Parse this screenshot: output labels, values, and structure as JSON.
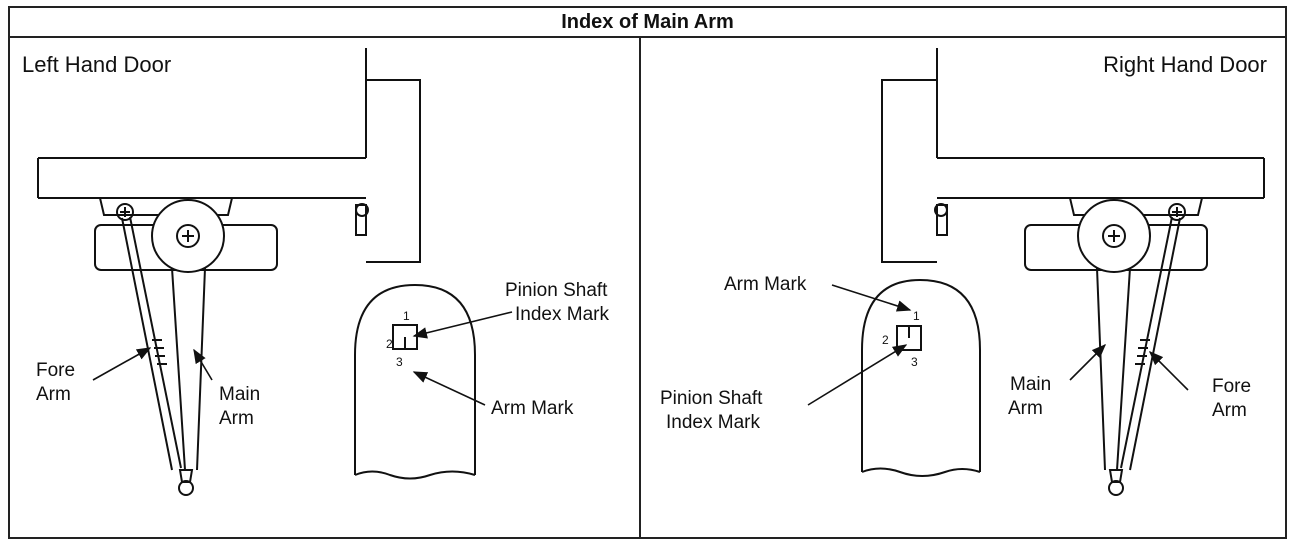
{
  "title": "Index of Main Arm",
  "left": {
    "heading": "Left Hand Door",
    "labels": {
      "fore_arm": [
        "Fore",
        "Arm"
      ],
      "main_arm": [
        "Main",
        "Arm"
      ],
      "pinion": [
        "Pinion Shaft",
        "Index Mark"
      ],
      "arm_mark": "Arm Mark"
    },
    "numbers": [
      "1",
      "2",
      "3"
    ]
  },
  "right": {
    "heading": "Right Hand Door",
    "labels": {
      "arm_mark": "Arm Mark",
      "pinion": [
        "Pinion Shaft",
        "Index Mark"
      ],
      "main_arm": [
        "Main",
        "Arm"
      ],
      "fore_arm": [
        "Fore",
        "Arm"
      ]
    },
    "numbers": [
      "1",
      "2",
      "3"
    ]
  }
}
